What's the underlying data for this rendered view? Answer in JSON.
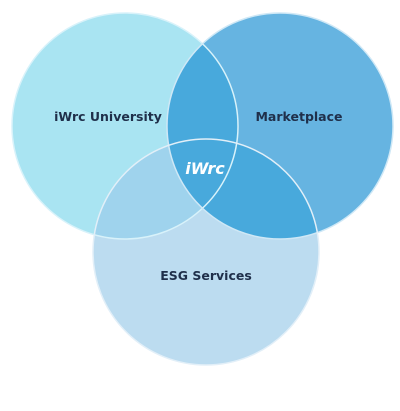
{
  "diagram": {
    "type": "venn",
    "circles": [
      {
        "id": "university",
        "label": "iWrc University",
        "color": "#a9e4f2"
      },
      {
        "id": "marketplace",
        "label": "Marketplace",
        "color": "#66b4e1"
      },
      {
        "id": "esg",
        "label": "ESG Services",
        "color": "#bcdcf0"
      }
    ],
    "overlaps": {
      "university_marketplace": "#48a9dc",
      "university_esg": "#9fd3ed",
      "marketplace_esg": "#48a9dc",
      "all": "#4aa8da"
    },
    "center_label": "iWrc",
    "label_color": "#1f2f4a",
    "center_label_color": "#ffffff"
  }
}
